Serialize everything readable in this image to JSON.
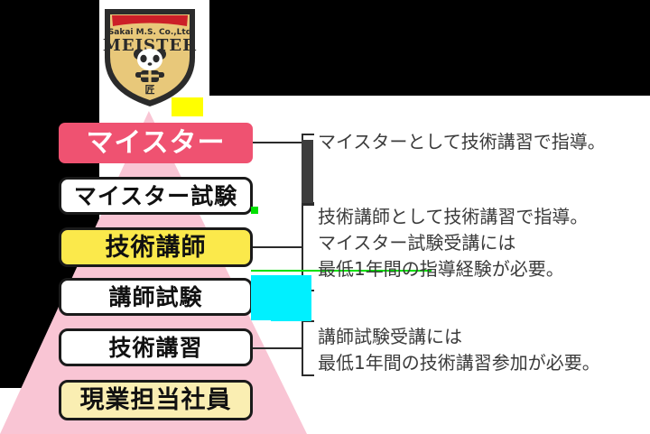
{
  "logo": {
    "name": "meister-crest",
    "company_text": "Sakai M.S. Co.,Ltd",
    "main_text": "MEISTER",
    "mark_text": "匠",
    "colors": {
      "shield_fill": "#e8c87a",
      "shield_border": "#2b2b2b",
      "banner": "#cc1f28"
    }
  },
  "pyramid": {
    "name": "career-pyramid",
    "fill_color": "#f9c5d4"
  },
  "levels": [
    {
      "id": "meister",
      "label": "マイスター",
      "bg_color": "#ef5271",
      "text_color": "#ffffff",
      "bordered": false
    },
    {
      "id": "meister-exam",
      "label": "マイスター試験",
      "bg_color": "#ffffff",
      "text_color": "#111111",
      "bordered": true
    },
    {
      "id": "tech-teacher",
      "label": "技術講師",
      "bg_color": "#fbe94b",
      "text_color": "#111111",
      "bordered": true
    },
    {
      "id": "teacher-exam",
      "label": "講師試験",
      "bg_color": "#ffffff",
      "text_color": "#111111",
      "bordered": true
    },
    {
      "id": "tech-course",
      "label": "技術講習",
      "bg_color": "#ffffff",
      "text_color": "#111111",
      "bordered": true
    },
    {
      "id": "staff",
      "label": "現業担当社員",
      "bg_color": "#faeeb2",
      "text_color": "#111111",
      "bordered": true
    }
  ],
  "descriptions": [
    {
      "id": "desc-meister",
      "for_level": "meister",
      "lines": [
        "マイスターとして技術講習で指導。"
      ]
    },
    {
      "id": "desc-tech-teacher",
      "for_level": "tech-teacher",
      "lines": [
        "技術講師として技術講習で指導。",
        "マイスター試験受講には",
        "最低1年間の指導経験が必要。"
      ]
    },
    {
      "id": "desc-tech-course",
      "for_level": "tech-course",
      "lines": [
        "講師試験受講には",
        "最低1年間の技術講習参加が必要。"
      ]
    }
  ],
  "text_flat": {
    "d1l1": "マイスターとして技術講習で指導。",
    "d2l1": "技術講師として技術講習で指導。",
    "d2l2": "マイスター試験受講には",
    "d2l3": "最低1年間の指導経験が必要。",
    "d3l1": "講師試験受講には",
    "d3l2": "最低1年間の技術講習参加が必要。"
  }
}
